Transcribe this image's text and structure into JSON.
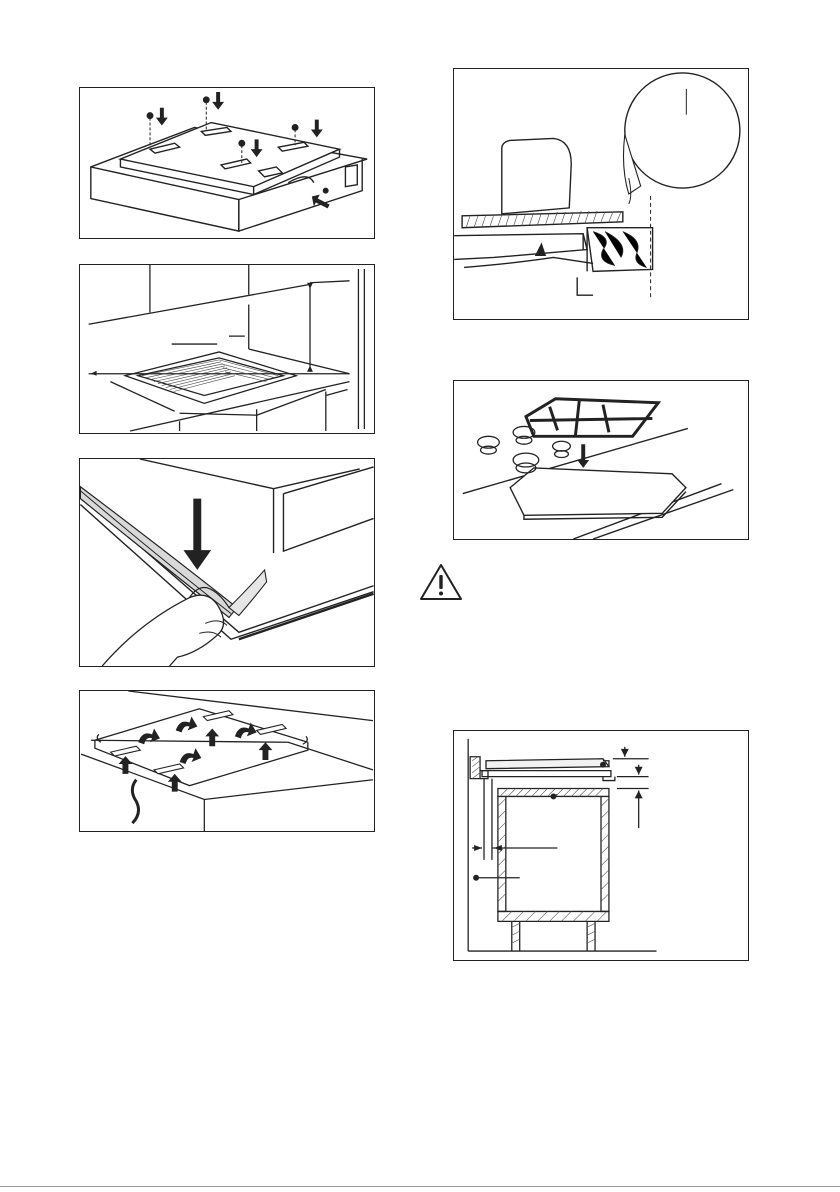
{
  "page": {
    "figures": [
      {
        "id": "fig-1",
        "icon": "screw-brackets-illustration"
      },
      {
        "id": "fig-2",
        "icon": "cutout-dimensions-illustration"
      },
      {
        "id": "fig-3",
        "icon": "seal-strip-illustration"
      },
      {
        "id": "fig-4",
        "icon": "bracket-rotation-illustration"
      },
      {
        "id": "fig-5",
        "icon": "worktop-edge-detail-illustration"
      },
      {
        "id": "fig-6",
        "icon": "hob-placement-illustration"
      },
      {
        "id": "fig-7",
        "icon": "cabinet-clearance-illustration"
      }
    ],
    "warning_icon": "warning-triangle-icon",
    "colors": {
      "line": "#222222",
      "fill_light": "#f2f2f2",
      "hatch": "#555555"
    }
  }
}
